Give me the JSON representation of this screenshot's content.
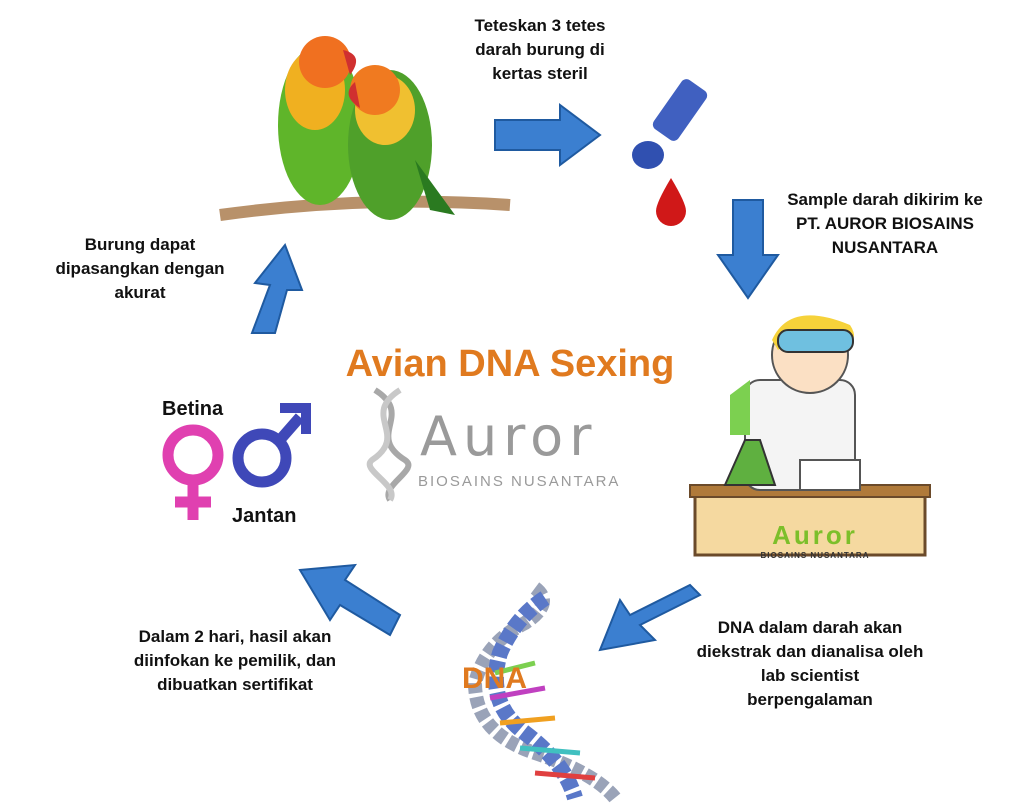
{
  "title": "Avian DNA Sexing",
  "logo": {
    "name": "Auror",
    "tagline": "BIOSAINS NUSANTARA"
  },
  "steps": [
    {
      "id": "blood-drop",
      "lines": [
        "Teteskan 3 tetes",
        "darah burung di",
        "kertas steril"
      ]
    },
    {
      "id": "send-sample",
      "lines": [
        "Sample darah dikirim ke",
        "PT. AUROR BIOSAINS",
        "NUSANTARA"
      ]
    },
    {
      "id": "extract",
      "lines": [
        "DNA dalam darah akan",
        "diekstrak dan dianalisa oleh",
        "lab scientist",
        "berpengalaman"
      ]
    },
    {
      "id": "result",
      "lines": [
        "Dalam 2 hari, hasil akan",
        "diinfokan ke pemilik, dan",
        "dibuatkan sertifikat"
      ]
    },
    {
      "id": "pairing",
      "lines": [
        "Burung dapat",
        "dipasangkan dengan",
        "akurat"
      ]
    }
  ],
  "gender": {
    "female": "Betina",
    "male": "Jantan"
  },
  "dna_label": "DNA",
  "desk_logo": {
    "name": "Auror",
    "tagline": "BIOSAINS NUSANTARA"
  },
  "colors": {
    "title": "#e07a1f",
    "arrow": "#3b7fd0",
    "female": "#e040b0",
    "male": "#3f48b8",
    "logo_gray": "#9a9a9a",
    "desk": "#f5d9a0",
    "desk_logo": "#7cbf2a"
  },
  "icons": [
    "lovebirds-illustration",
    "blood-lancet-icon",
    "blood-drop-icon",
    "scientist-illustration",
    "dna-helix-illustration",
    "female-symbol-icon",
    "male-symbol-icon",
    "dna-logo-icon"
  ]
}
